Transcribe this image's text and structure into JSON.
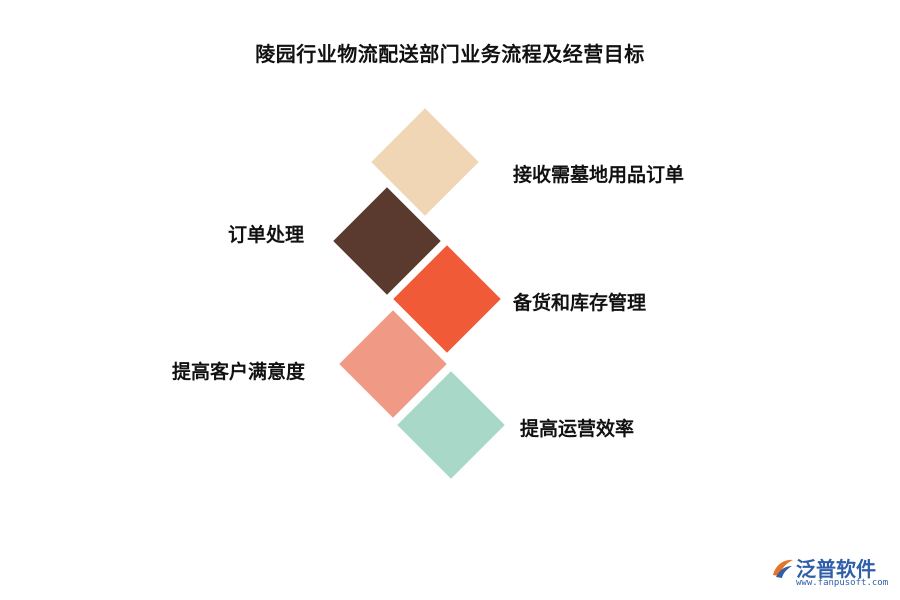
{
  "title": "陵园行业物流配送部门业务流程及经营目标",
  "steps": [
    {
      "label": "接收需墓地用品订单",
      "color": "#F0D6B4"
    },
    {
      "label": "订单处理",
      "color": "#5A3A2E"
    },
    {
      "label": "备货和库存管理",
      "color": "#F05A37"
    },
    {
      "label": "提高客户满意度",
      "color": "#F09A86"
    },
    {
      "label": "提高运营效率",
      "color": "#A8D8C8"
    }
  ],
  "logo": {
    "name": "泛普软件",
    "url": "www.fanpusoft.com"
  }
}
